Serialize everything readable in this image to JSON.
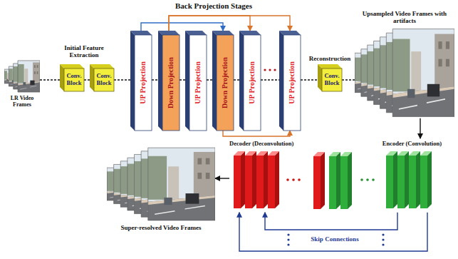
{
  "diagram": {
    "nodes": [
      {
        "text": [
          "LR Video Frames"
        ]
      },
      {
        "text": [
          "Conv. Block"
        ]
      },
      {
        "text": [
          "Conv. Block"
        ]
      },
      {
        "text": [
          "UP Projection"
        ]
      },
      {
        "text": [
          "Down Projection"
        ]
      },
      {
        "text": [
          "UP Projection"
        ]
      },
      {
        "text": [
          "Down Projection"
        ]
      },
      {
        "text": [
          "UP Projection"
        ]
      },
      {
        "text": [
          "UP Projection"
        ]
      },
      {
        "text": [
          "Conv. Block"
        ]
      },
      {
        "text": [
          "Upsampled Video Frames with artifacts"
        ]
      },
      {
        "text": [
          "Encoder (Convolution)"
        ]
      },
      {
        "text": [
          "Decoder (Deconvolution)"
        ]
      },
      {
        "text": [
          "Super-resolved Video Frames"
        ]
      }
    ],
    "edges": [
      {
        "from": 0,
        "to": 1,
        "arrow": "none"
      },
      {
        "from": 1,
        "to": 2,
        "arrow": "none"
      },
      {
        "from": 2,
        "to": 3,
        "arrow": "none"
      },
      {
        "from": 3,
        "to": 4,
        "arrow": "none"
      },
      {
        "from": 4,
        "to": 5,
        "arrow": "none"
      },
      {
        "from": 5,
        "to": 6,
        "arrow": "none"
      },
      {
        "from": 6,
        "to": 7,
        "arrow": "none"
      },
      {
        "from": 7,
        "to": 8,
        "arrow": "none"
      },
      {
        "from": 8,
        "to": 9,
        "arrow": "none"
      },
      {
        "from": 9,
        "to": 10,
        "arrow": "none"
      },
      {
        "from": 10,
        "to": 11,
        "arrow": "to"
      },
      {
        "from": 12,
        "to": 13,
        "arrow": "to"
      },
      {
        "from": 11,
        "to": 12,
        "arrow": "to"
      },
      {
        "from": 11,
        "to": 12,
        "arrow": "to"
      },
      {
        "from": 3,
        "to": 6,
        "arrow": "to"
      },
      {
        "from": 4,
        "to": 7,
        "arrow": "to"
      },
      {
        "from": 4,
        "to": 8,
        "arrow": "to"
      },
      {
        "from": 6,
        "to": 8,
        "arrow": "to"
      }
    ],
    "labels": [
      "Back Projection Stages",
      "Initial Feature Extraction",
      "Reconstruction",
      "Skip Connections"
    ]
  }
}
